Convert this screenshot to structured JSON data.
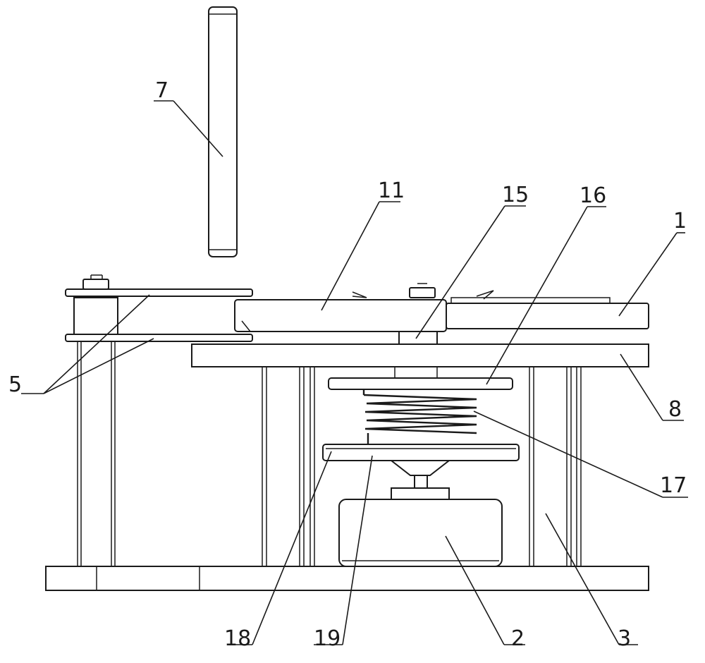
{
  "figure": {
    "line_color": "#1a1a1a",
    "background": "#ffffff",
    "labels": [
      {
        "id": "7",
        "text": "7"
      },
      {
        "id": "11",
        "text": "11"
      },
      {
        "id": "15",
        "text": "15"
      },
      {
        "id": "16",
        "text": "16"
      },
      {
        "id": "1",
        "text": "1"
      },
      {
        "id": "5",
        "text": "5"
      },
      {
        "id": "8",
        "text": "8"
      },
      {
        "id": "17",
        "text": "17"
      },
      {
        "id": "18",
        "text": "18"
      },
      {
        "id": "19",
        "text": "19"
      },
      {
        "id": "2",
        "text": "2"
      },
      {
        "id": "3",
        "text": "3"
      }
    ]
  }
}
